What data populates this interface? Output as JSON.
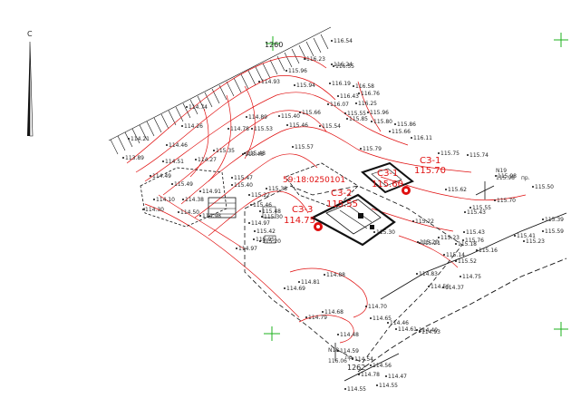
{
  "north_label": "С",
  "grid_labels": [
    "1260",
    "1262"
  ],
  "cadastral": "59:18:0250101",
  "boreholes": [
    {
      "id": "СЗ-1",
      "elev": "115.70"
    },
    {
      "id": "СЗ-1",
      "elev": "115.60"
    },
    {
      "id": "СЗ-2",
      "elev": "115.55"
    },
    {
      "id": "СЗ-3",
      "elev": "114.75"
    }
  ],
  "pole_labels": [
    {
      "label": "N19",
      "note": "пр.",
      "elev": "115.98"
    },
    {
      "label": "N18",
      "note": "пр.",
      "elev": "116.06"
    }
  ],
  "spot_heights": [
    "116.54",
    "116.23",
    "116.24",
    "116.55",
    "115.96",
    "114.93",
    "115.94",
    "116.19",
    "116.58",
    "116.43",
    "116.76",
    "116.07",
    "116.25",
    "115.55",
    "114.74",
    "114.89",
    "115.40",
    "115.66",
    "115.96",
    "115.85",
    "115.80",
    "115.86",
    "114.78",
    "115.53",
    "115.54",
    "115.46",
    "115.66",
    "116.11",
    "114.21",
    "114.26",
    "115.57",
    "115.48",
    "115.79",
    "115.75",
    "114.46",
    "115.35",
    "114.27",
    "115.48",
    "113.89",
    "114.51",
    "115.49",
    "115.74",
    "115.98",
    "114.38",
    "115.62",
    "114.49",
    "114.91",
    "115.38",
    "115.70",
    "114.10",
    "114.50",
    "114.98",
    "115.47",
    "115.40",
    "115.22",
    "115.43",
    "115.55",
    "114.30",
    "115.46",
    "115.48",
    "115.30",
    "114.97",
    "115.20",
    "115.42",
    "115.05",
    "115.23",
    "115.21",
    "115.43",
    "115.20",
    "115.30",
    "115.22",
    "114.88",
    "114.83",
    "114.81",
    "114.97",
    "114.70",
    "114.68",
    "114.65",
    "114.79",
    "114.48",
    "114.59",
    "114.54",
    "114.56",
    "114.78",
    "114.40",
    "115.50",
    "115.39",
    "115.59",
    "115.23",
    "115.41",
    "115.76",
    "115.14",
    "115.52",
    "114.69",
    "114.75",
    "114.37",
    "114.93",
    "115.16",
    "115.18",
    "114.46",
    "114.56",
    "114.61",
    "114.55",
    "114.55",
    "114.47"
  ],
  "colors": {
    "contour": "#e01010",
    "linework": "#111111",
    "grid_cross": "#1db11d",
    "annotation": "#e01010"
  }
}
